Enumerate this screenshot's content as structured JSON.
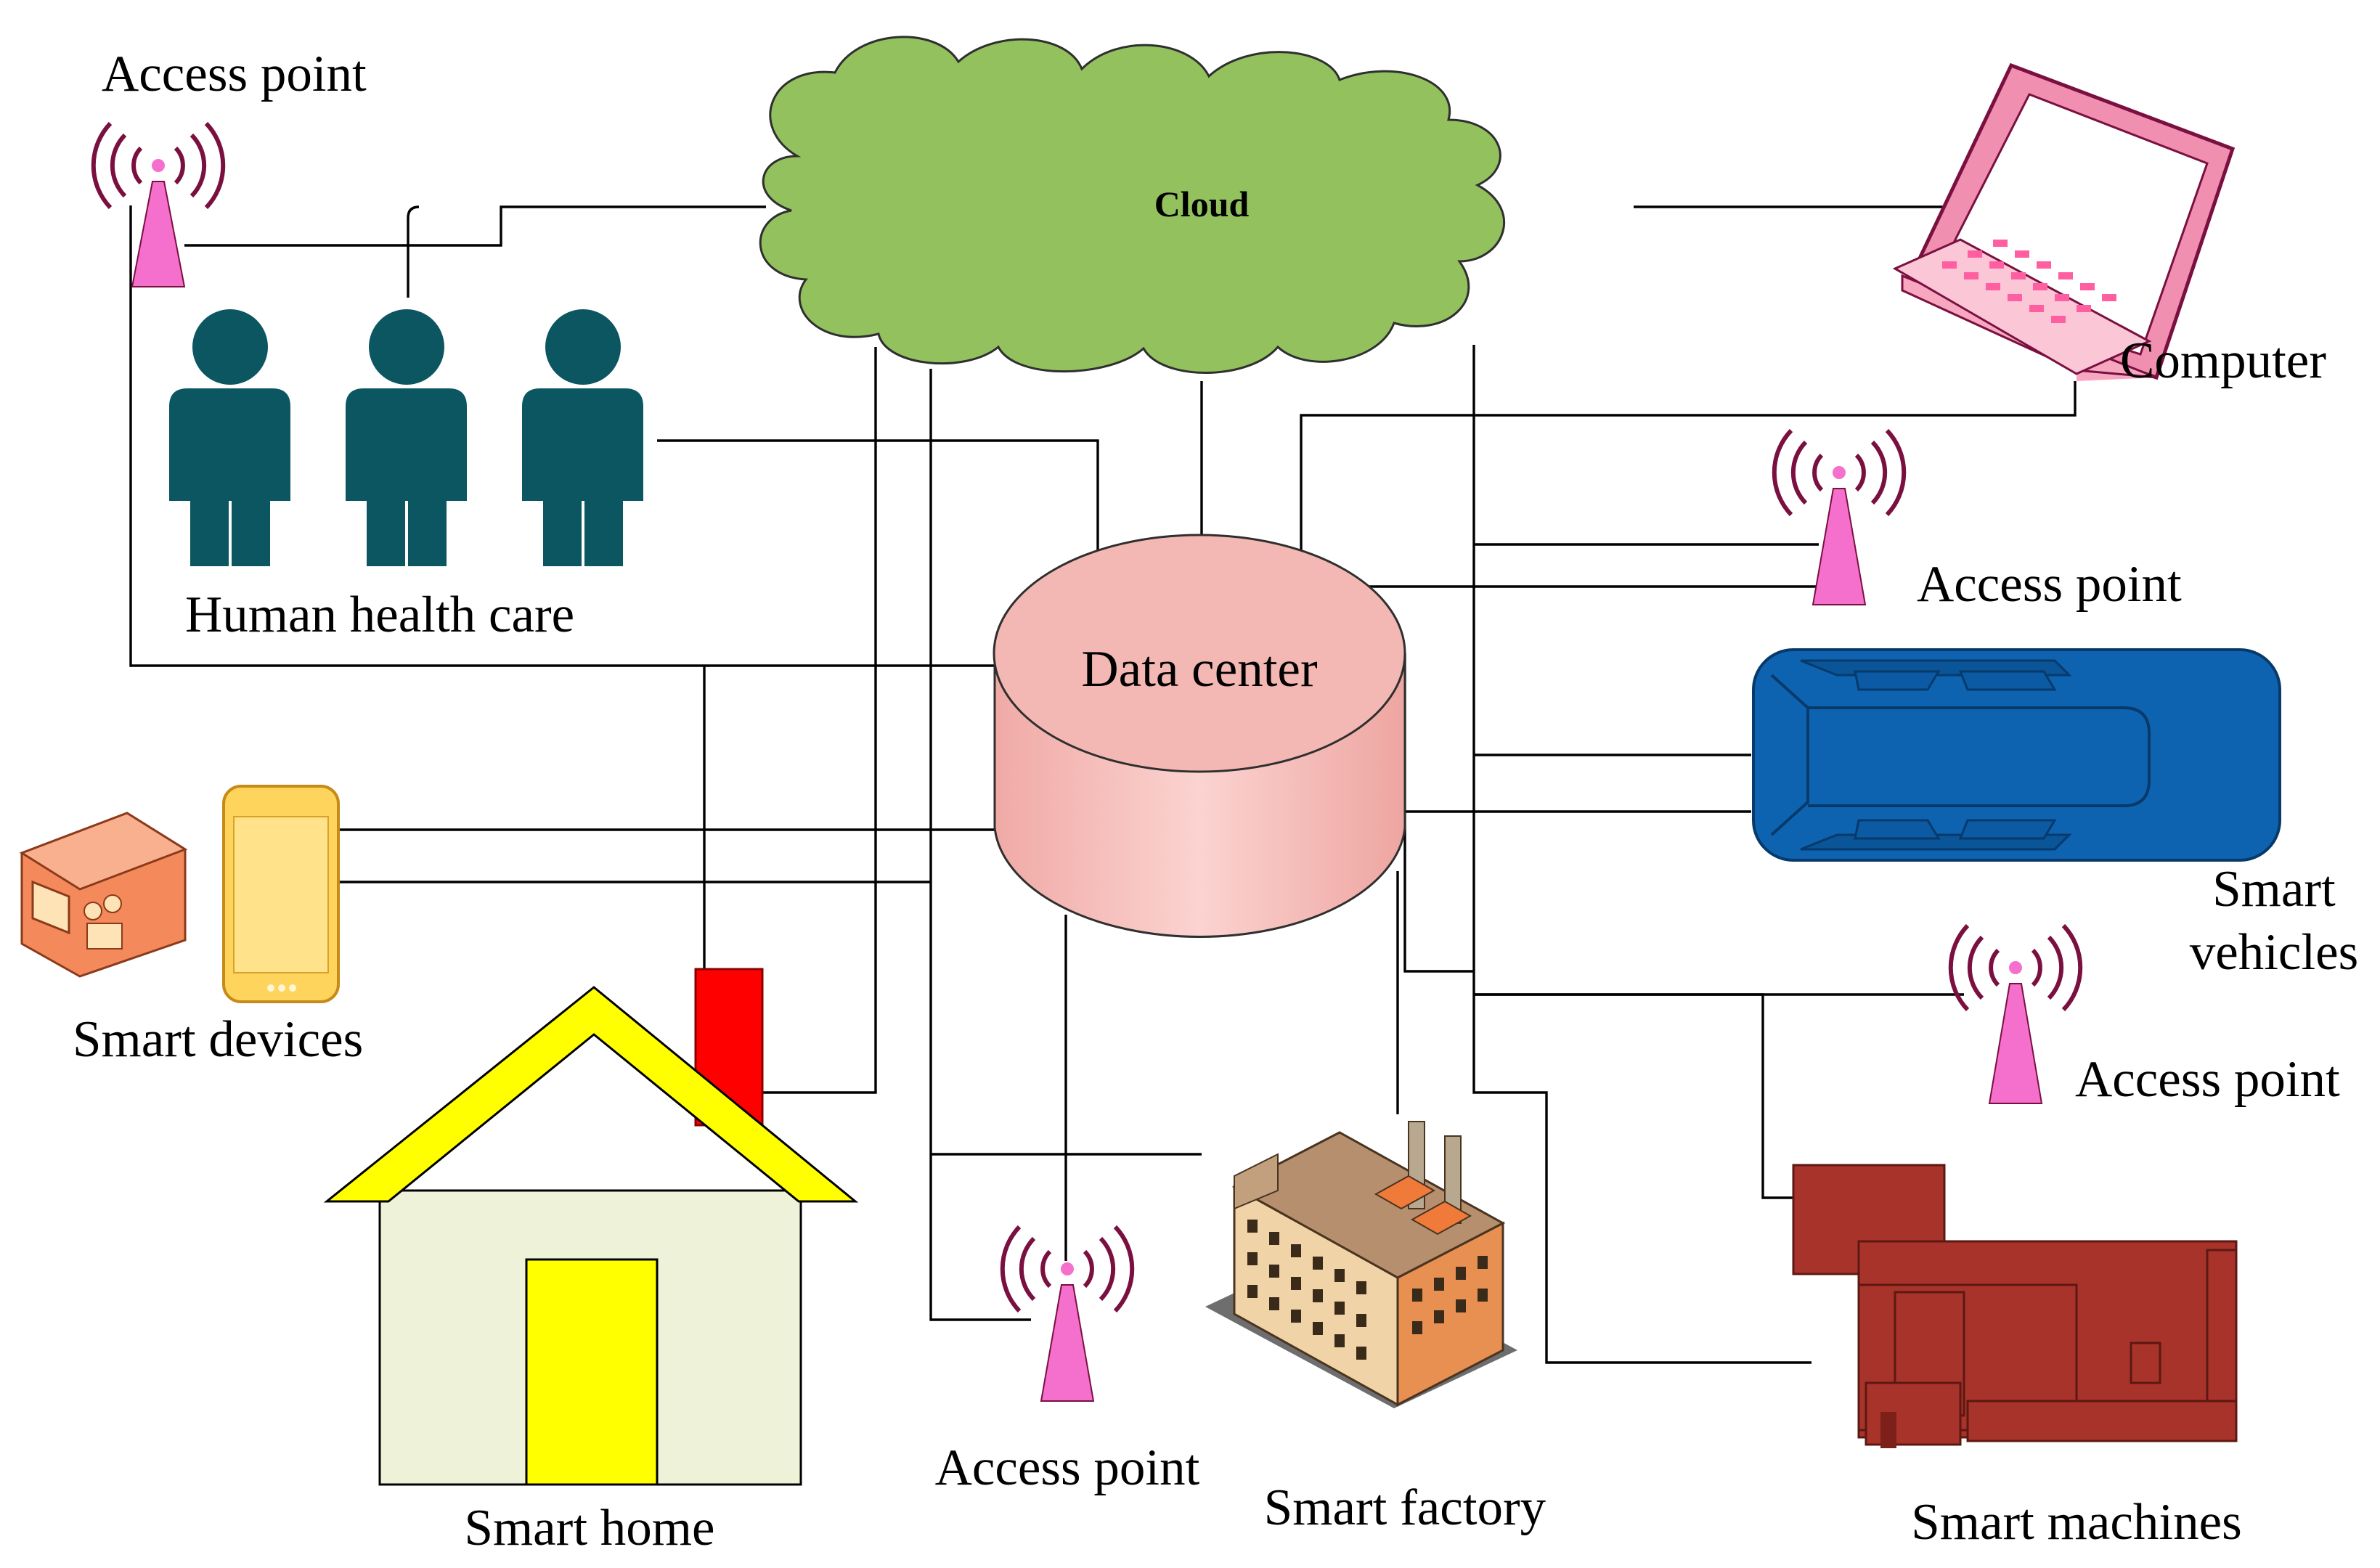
{
  "colors": {
    "cloud": "#92c15e",
    "cloud_edge": "#2f2f2f",
    "data_center": "#f2b3b0",
    "data_center_top": "#f7c9c6",
    "person": "#0c5662",
    "car": "#0e63b0",
    "antenna_tower": "#f56fcc",
    "antenna_waves": "#7a1040",
    "house_wall": "#eef2d9",
    "house_roof": "#ffff00",
    "house_door": "#ffff00",
    "chimney": "#ff0000",
    "machine": "#a8332a",
    "phone": "#ffd45c",
    "laptop": "#f7a8c0"
  },
  "nodes": {
    "cloud": {
      "label": "Cloud",
      "icon": "cloud-icon"
    },
    "data_center": {
      "label": "Data center",
      "icon": "database-cylinder-icon"
    },
    "computer": {
      "label": "Computer",
      "icon": "laptop-icon"
    },
    "human_health_care": {
      "label": "Human health care",
      "icon": "person-icon"
    },
    "smart_devices": {
      "label": "Smart devices",
      "icon": "smartphone-icon"
    },
    "smart_home": {
      "label": "Smart home",
      "icon": "house-icon"
    },
    "smart_factory": {
      "label": "Smart factory",
      "icon": "factory-icon"
    },
    "smart_vehicles": {
      "label_line1": "Smart",
      "label_line2": "vehicles",
      "icon": "car-icon"
    },
    "smart_machines": {
      "label": "Smart machines",
      "icon": "machine-icon"
    },
    "access_points": [
      {
        "label": "Access point",
        "icon": "antenna-icon"
      },
      {
        "label": "Access point",
        "icon": "antenna-icon"
      },
      {
        "label": "Access point",
        "icon": "antenna-icon"
      },
      {
        "label": "Access point",
        "icon": "antenna-icon"
      }
    ]
  }
}
